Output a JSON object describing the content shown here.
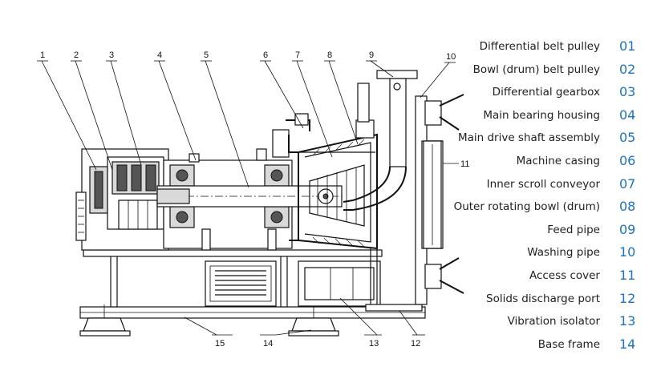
{
  "diagram": {
    "callouts": [
      "1",
      "2",
      "3",
      "4",
      "5",
      "6",
      "7",
      "8",
      "9",
      "10",
      "11",
      "12",
      "13",
      "14",
      "15"
    ],
    "legend": [
      {
        "label": "Differential belt pulley",
        "num": "01"
      },
      {
        "label": "Bowl (drum) belt pulley",
        "num": "02"
      },
      {
        "label": "Differential gearbox",
        "num": "03"
      },
      {
        "label": "Main bearing housing",
        "num": "04"
      },
      {
        "label": "Main drive shaft assembly",
        "num": "05"
      },
      {
        "label": "Machine casing",
        "num": "06"
      },
      {
        "label": "Inner scroll conveyor",
        "num": "07"
      },
      {
        "label": "Outer rotating bowl (drum)",
        "num": "08"
      },
      {
        "label": "Feed pipe",
        "num": "09"
      },
      {
        "label": "Washing pipe",
        "num": "10"
      },
      {
        "label": "Access cover",
        "num": "11"
      },
      {
        "label": "Solids discharge port",
        "num": "12"
      },
      {
        "label": "Vibration isolator",
        "num": "13"
      },
      {
        "label": "Base frame",
        "num": "14"
      }
    ],
    "colors": {
      "legend_number": "#1b73c2",
      "line": "#111111"
    }
  }
}
